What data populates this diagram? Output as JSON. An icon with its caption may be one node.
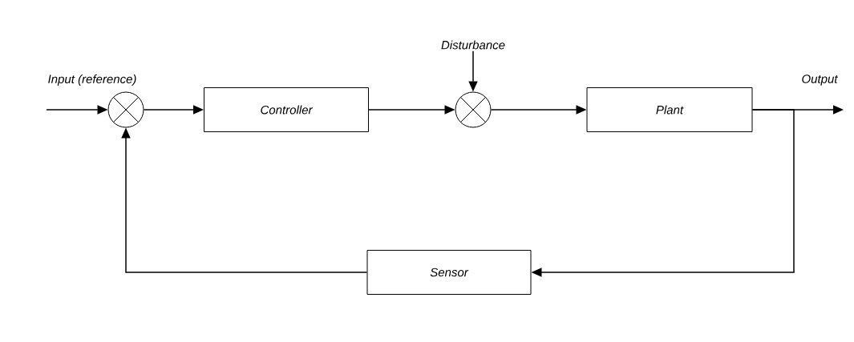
{
  "diagram": {
    "nodes": [
      {
        "text": [],
        "shape": "circle"
      },
      {
        "text": [
          "Controller"
        ]
      },
      {
        "text": [],
        "shape": "circle"
      },
      {
        "text": [
          "Plant"
        ]
      },
      {
        "text": [
          "Sensor"
        ]
      },
      {
        "text": [
          "Disturbance"
        ]
      }
    ],
    "edges": [
      {
        "from": null,
        "to": 0,
        "arrow": "to"
      },
      {
        "from": 0,
        "to": 1,
        "arrow": "to"
      },
      {
        "from": 1,
        "to": 2,
        "arrow": "to"
      },
      {
        "from": 5,
        "to": 2,
        "arrow": "to"
      },
      {
        "from": 2,
        "to": 3,
        "arrow": "to"
      },
      {
        "from": 3,
        "to": null,
        "arrow": "to"
      },
      {
        "from": 3,
        "to": 4,
        "arrow": "to"
      },
      {
        "from": 4,
        "to": 0,
        "arrow": "to"
      }
    ],
    "labels": [
      "Input (reference)",
      "Output"
    ]
  }
}
